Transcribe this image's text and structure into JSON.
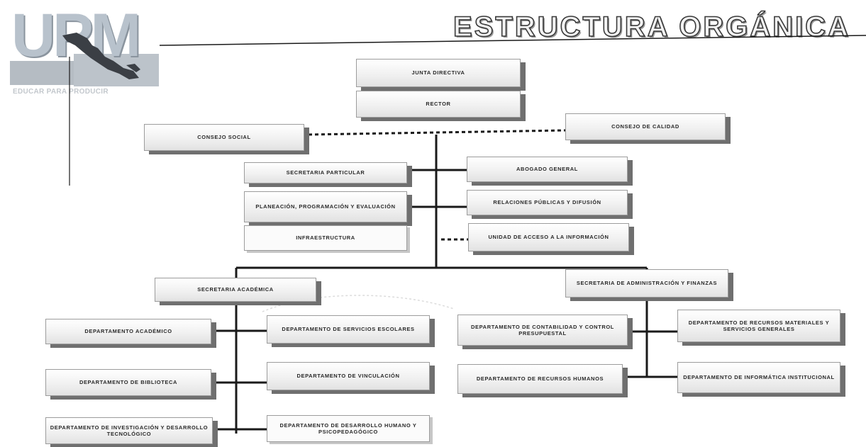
{
  "logo": {
    "letters": "UPM",
    "tagline": "EDUCAR PARA PRODUCIR"
  },
  "title": "ESTRUCTURA ORGÁNICA",
  "nodes": {
    "junta_directiva": "JUNTA DIRECTIVA",
    "rector": "RECTOR",
    "consejo_social": "CONSEJO SOCIAL",
    "consejo_calidad": "CONSEJO DE CALIDAD",
    "secretaria_particular": "SECRETARIA PARTICULAR",
    "abogado_general": "ABOGADO GENERAL",
    "planeacion": "PLANEACIÓN, PROGRAMACIÓN Y EVALUACIÓN",
    "relaciones_publicas": "RELACIONES PÚBLICAS Y DIFUSIÓN",
    "infraestructura": "INFRAESTRUCTURA",
    "unidad_acceso": "UNIDAD DE ACCESO A LA INFORMACIÓN",
    "secretaria_academica": "SECRETARIA ACADÉMICA",
    "secretaria_administracion": "SECRETARIA DE ADMINISTRACIÓN Y FINANZAS",
    "depto_academico": "DEPARTAMENTO ACADÉMICO",
    "depto_servicios_escolares": "DEPARTAMENTO DE SERVICIOS ESCOLARES",
    "depto_biblioteca": "DEPARTAMENTO DE BIBLIOTECA",
    "depto_vinculacion": "DEPARTAMENTO DE VINCULACIÓN",
    "depto_investigacion": "DEPARTAMENTO DE INVESTIGACIÓN Y DESARROLLO TECNOLÓGICO",
    "depto_desarrollo_humano": "DEPARTAMENTO DE DESARROLLO HUMANO Y PSICOPEDAGÓGICO",
    "depto_contabilidad": "DEPARTAMENTO DE CONTABILIDAD Y CONTROL PRESUPUESTAL",
    "depto_recursos_materiales": "DEPARTAMENTO DE RECURSOS MATERIALES Y SERVICIOS GENERALES",
    "depto_recursos_humanos": "DEPARTAMENTO DE RECURSOS HUMANOS",
    "depto_informatica": "DEPARTAMENTO DE INFORMÁTICA INSTITUCIONAL"
  },
  "colors": {
    "line": "#1a1a1a",
    "box_shadow": "#6f6f6f",
    "title_fill": "#f2f2f2",
    "logo_gray": "#b8c2cc"
  }
}
